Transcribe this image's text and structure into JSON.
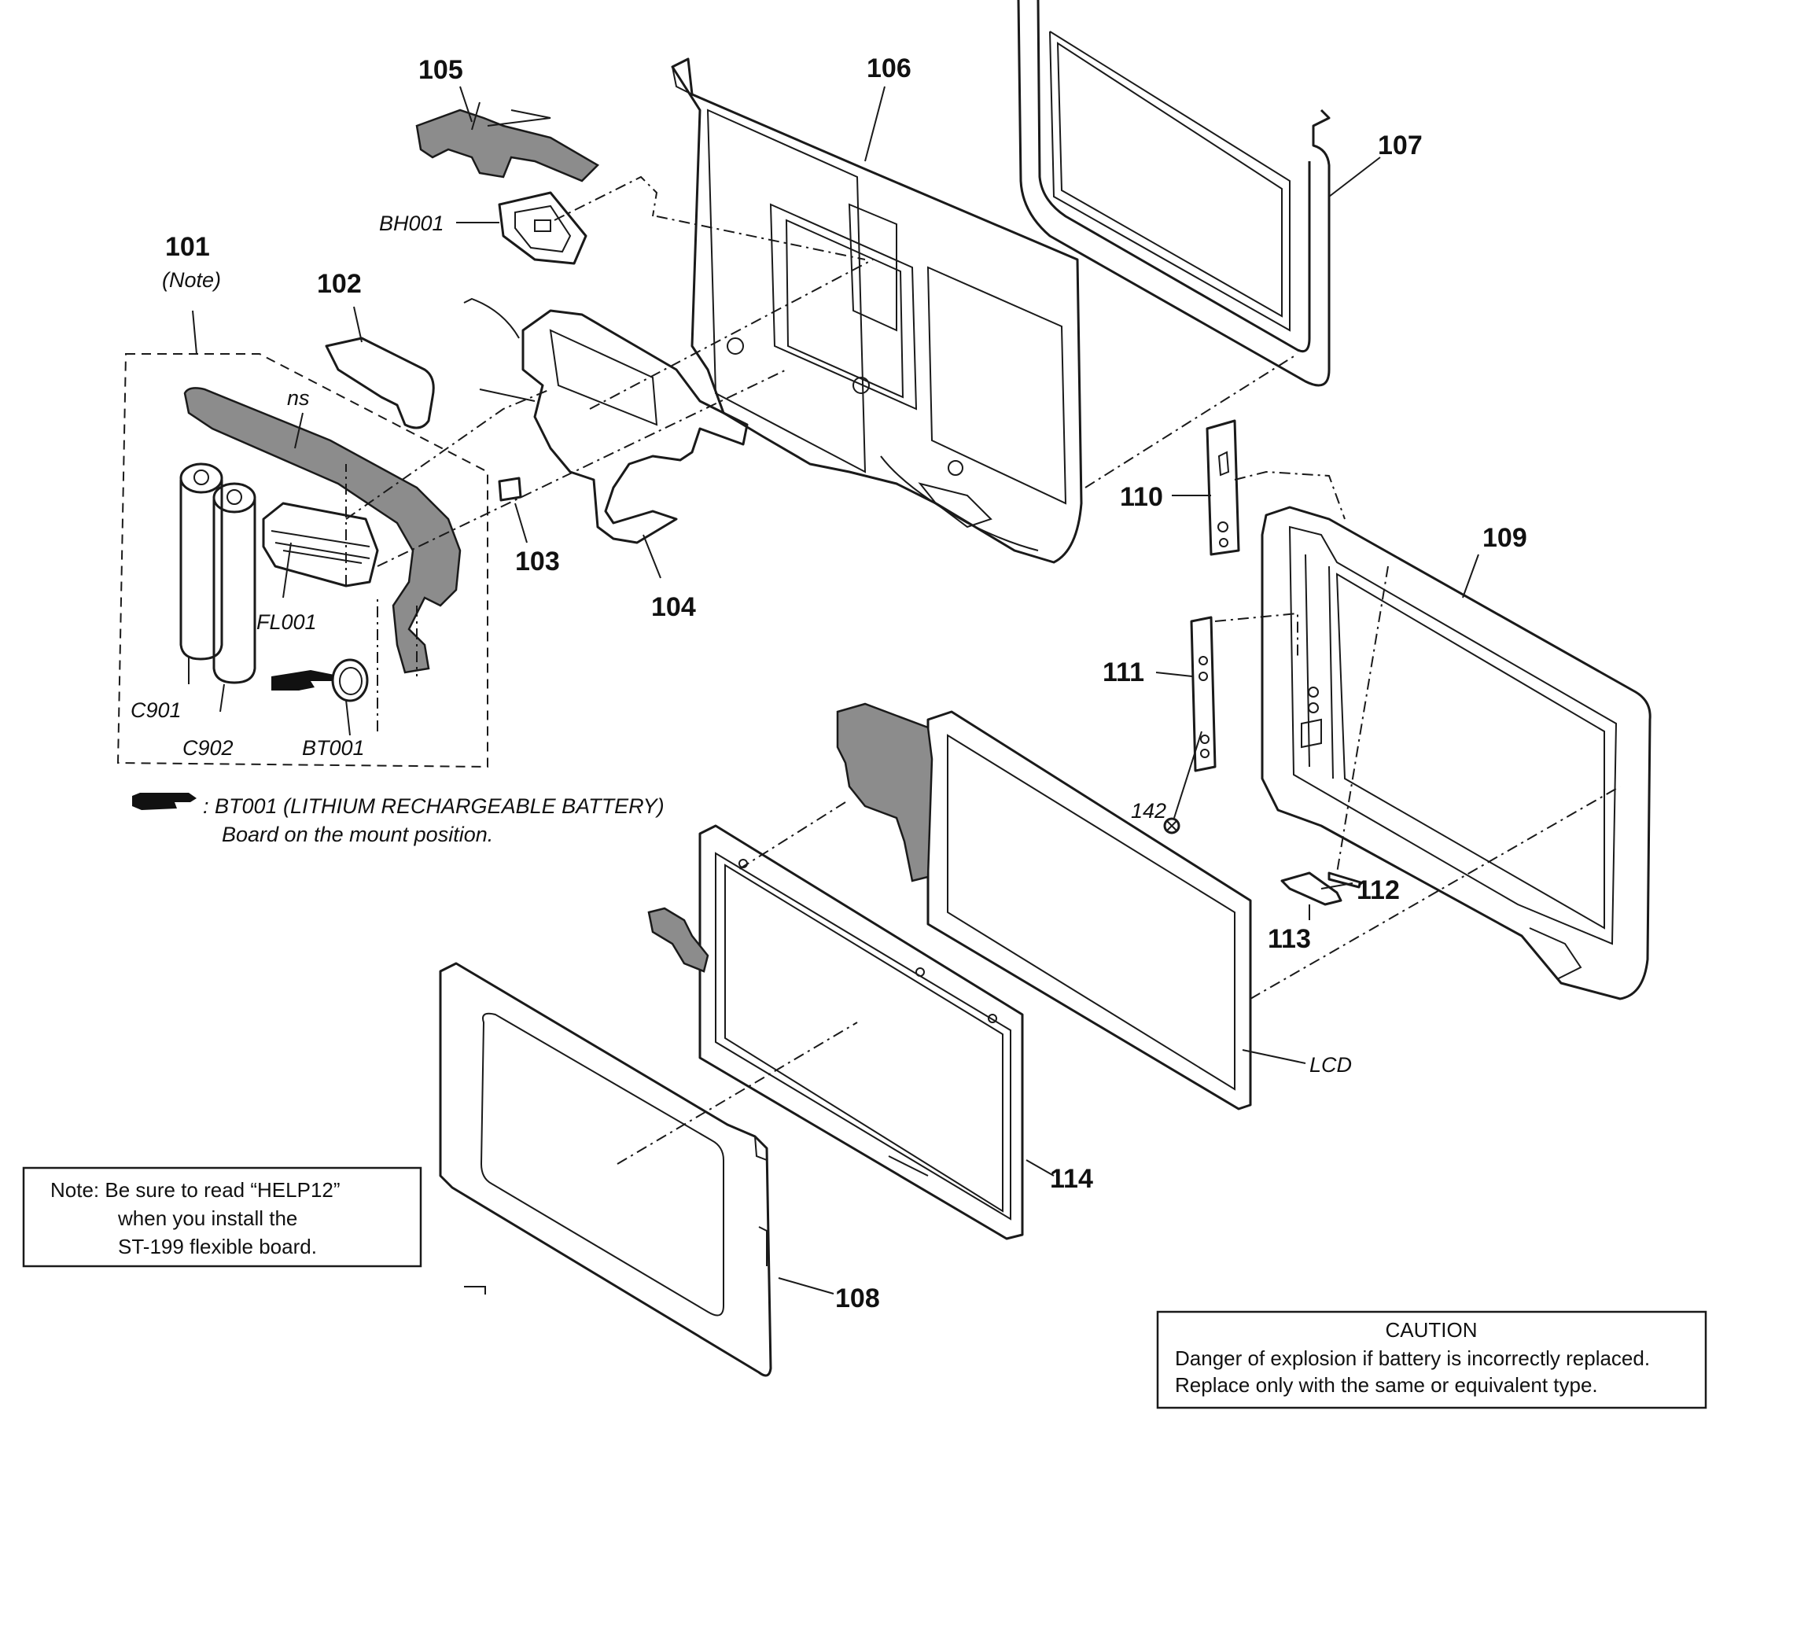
{
  "part_labels": {
    "p101": "101",
    "p101_note": "(Note)",
    "p102": "102",
    "p103": "103",
    "p104": "104",
    "p105": "105",
    "p106": "106",
    "p107": "107",
    "p108": "108",
    "p109": "109",
    "p110": "110",
    "p111": "111",
    "p112": "112",
    "p113": "113",
    "p114": "114",
    "p142": "142",
    "bh001": "BH001",
    "fl001": "FL001",
    "c901": "C901",
    "c902": "C902",
    "bt001": "BT001",
    "ns": "ns",
    "lcd": "LCD"
  },
  "legend": {
    "line1": ": BT001 (LITHIUM RECHARGEABLE BATTERY)",
    "line2": "Board on the mount position."
  },
  "note_box": {
    "line1": "Note: Be sure to read “HELP12”",
    "line2": "when you install the",
    "line3": "ST-199 flexible board."
  },
  "caution_box": {
    "title": "CAUTION",
    "line1": "Danger of explosion if battery is incorrectly replaced.",
    "line2": "Replace only with the same or equivalent type."
  },
  "icons": [
    "pointing-hand-icon",
    "screw-icon"
  ]
}
